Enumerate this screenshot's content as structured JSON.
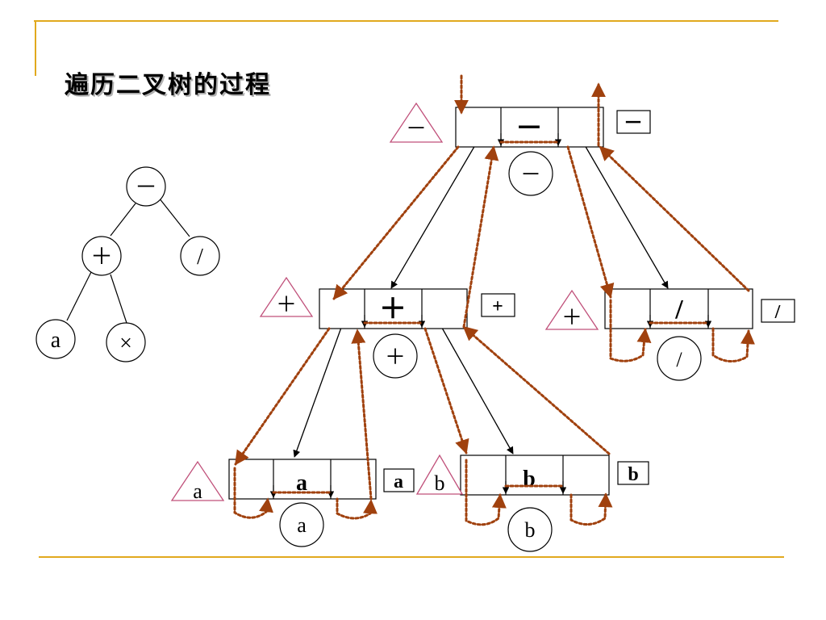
{
  "slide": {
    "title": "遍历二叉树的过程",
    "colors": {
      "accent_line": "#e1a91e",
      "dotted_arrow": "#a0410e",
      "triangle": "#c0507a",
      "ink": "#000000"
    }
  },
  "small_tree": {
    "root": "－",
    "left": "＋",
    "right": "/",
    "left_left": "a",
    "left_right": "×"
  },
  "traversal_nodes": [
    {
      "id": "minus",
      "node_label": "－",
      "triangle_label": "－",
      "circle_label": "－",
      "square_label": "－"
    },
    {
      "id": "plus",
      "node_label": "＋",
      "triangle_label": "＋",
      "circle_label": "＋",
      "square_label": "+"
    },
    {
      "id": "div",
      "node_label": "/",
      "triangle_label": "＋",
      "circle_label": "/",
      "square_label": "/"
    },
    {
      "id": "a",
      "node_label": "a",
      "triangle_label": "a",
      "circle_label": "a",
      "square_label": "a"
    },
    {
      "id": "b",
      "node_label": "b",
      "triangle_label": "b",
      "circle_label": "b",
      "square_label": "b"
    }
  ]
}
